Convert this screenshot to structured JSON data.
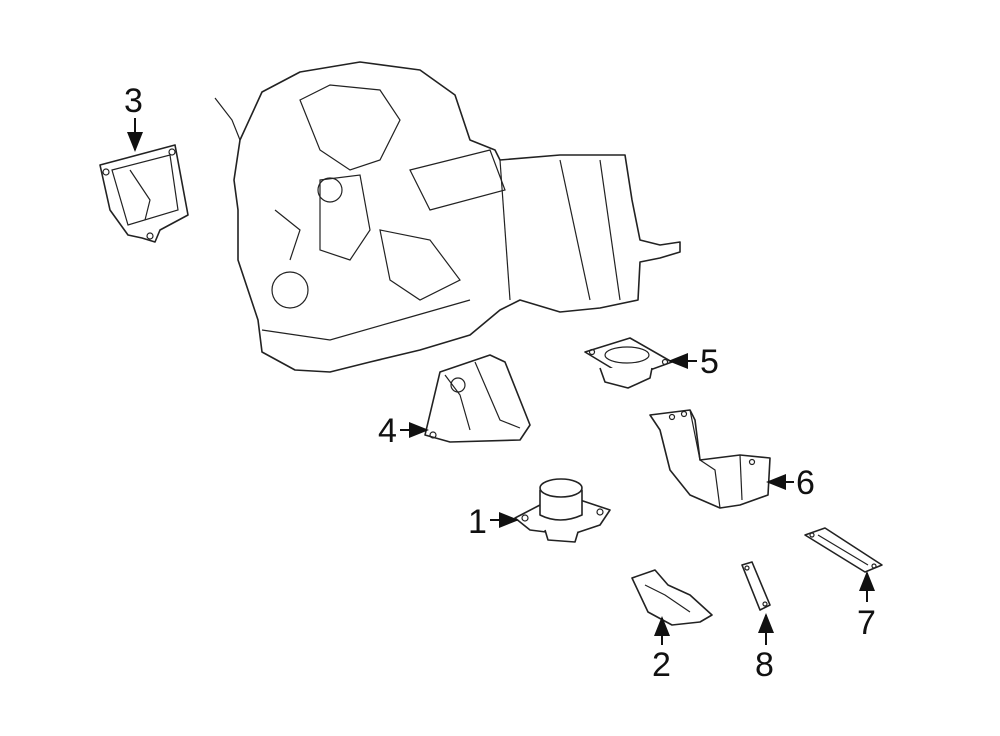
{
  "diagram": {
    "callouts": [
      {
        "id": "1",
        "label": "1"
      },
      {
        "id": "2",
        "label": "2"
      },
      {
        "id": "3",
        "label": "3"
      },
      {
        "id": "4",
        "label": "4"
      },
      {
        "id": "5",
        "label": "5"
      },
      {
        "id": "6",
        "label": "6"
      },
      {
        "id": "7",
        "label": "7"
      },
      {
        "id": "8",
        "label": "8"
      }
    ],
    "colors": {
      "line": "#222222",
      "background": "#ffffff"
    }
  }
}
